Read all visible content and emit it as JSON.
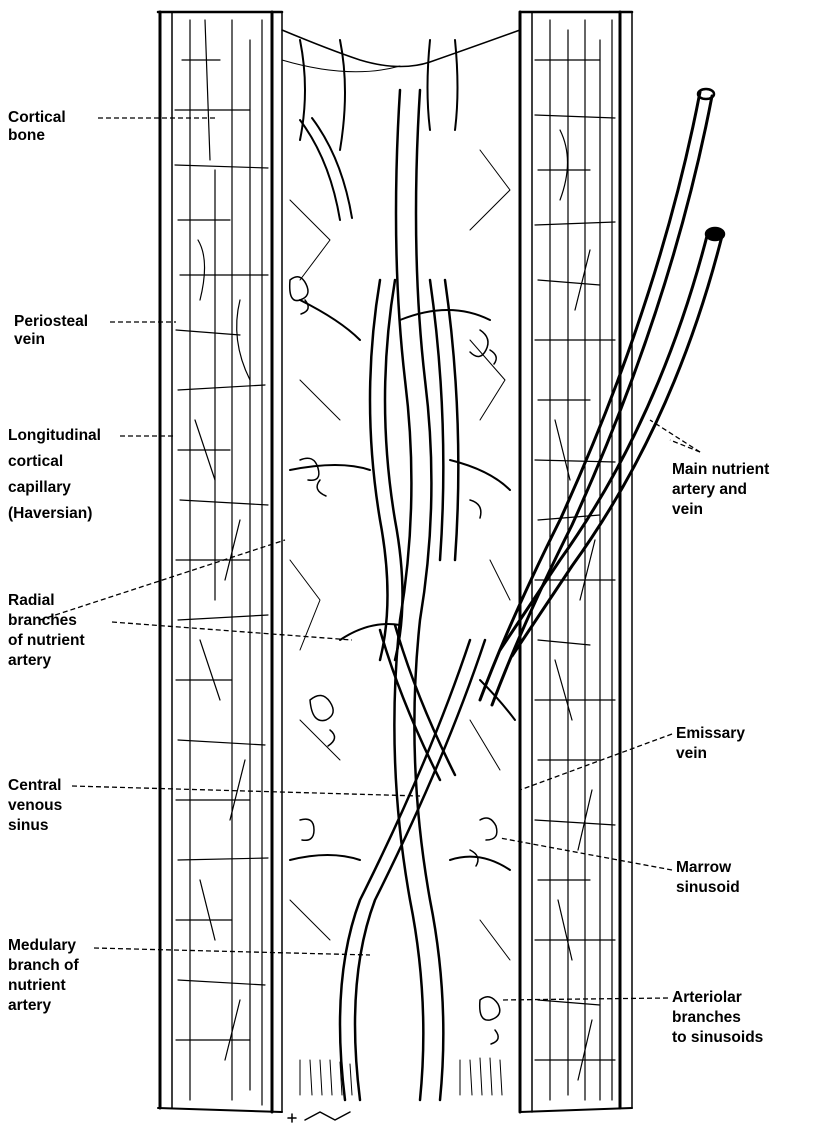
{
  "diagram": {
    "labels": {
      "cortical_bone": [
        "Cortical",
        "bone"
      ],
      "periosteal_vein": [
        "Periosteal",
        "vein"
      ],
      "longitudinal_capillary": [
        "Longitudinal",
        "cortical",
        "capillary",
        "(Haversian)"
      ],
      "radial_branches": [
        "Radial",
        "branches",
        "of nutrient",
        "artery"
      ],
      "central_venous_sinus": [
        "Central",
        "venous",
        "sinus"
      ],
      "medullary_branch": [
        "Medulary",
        "branch of",
        "nutrient",
        "artery"
      ],
      "main_nutrient": [
        "Main nutrient",
        "artery and",
        "vein"
      ],
      "emissary_vein": [
        "Emissary",
        "vein"
      ],
      "marrow_sinusoid": [
        "Marrow",
        "sinusoid"
      ],
      "arteriolar_branches": [
        "Arteriolar",
        "branches",
        "to sinusoids"
      ]
    },
    "colors": {
      "ink": "#000000",
      "background": "#ffffff"
    }
  }
}
